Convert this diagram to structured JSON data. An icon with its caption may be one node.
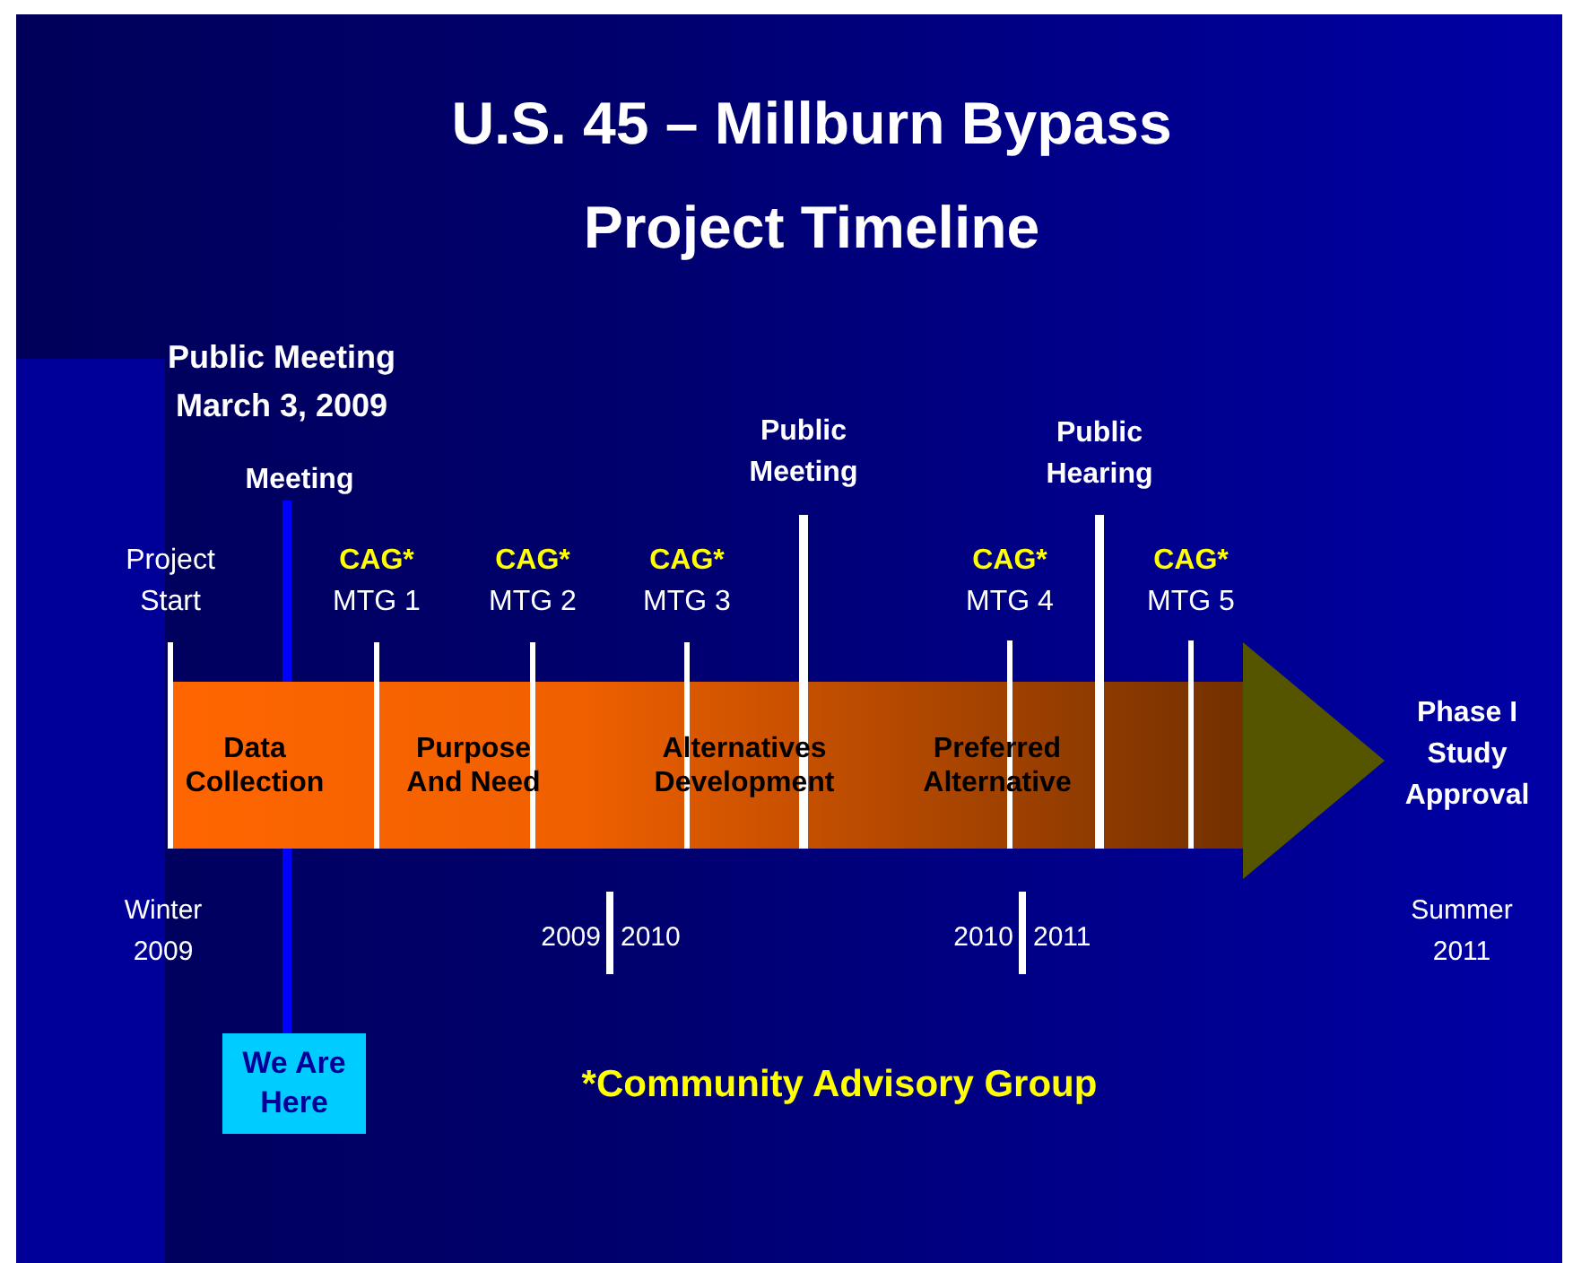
{
  "diagram": {
    "title": "U.S. 45 – Millburn Bypass Project Timeline",
    "nodes": [
      {
        "text": [
          "Meeting"
        ]
      },
      {
        "text": [
          "We Are Here"
        ]
      },
      {
        "text": [
          "Data Collection",
          "Purpose And Need",
          "Alternatives Development",
          "Preferred Alternative"
        ]
      }
    ],
    "edges": [
      {
        "from": 0,
        "to": 2,
        "arrow": "none",
        "color": "#0000ff"
      },
      {
        "from": 2,
        "to": 1,
        "arrow": "none",
        "color": "#0000ff"
      }
    ],
    "labels": [
      "Public Meeting March 3, 2009",
      "Public Meeting",
      "Public Hearing",
      "Project Start",
      "CAG*",
      "MTG 1",
      "CAG*",
      "MTG 2",
      "CAG*",
      "MTG 3",
      "CAG*",
      "MTG 4",
      "CAG*",
      "MTG 5",
      "Phase I Study Approval",
      "Winter 2009",
      "2009",
      "2010",
      "2010",
      "2011",
      "Summer 2011",
      "*Community Advisory Group"
    ]
  }
}
